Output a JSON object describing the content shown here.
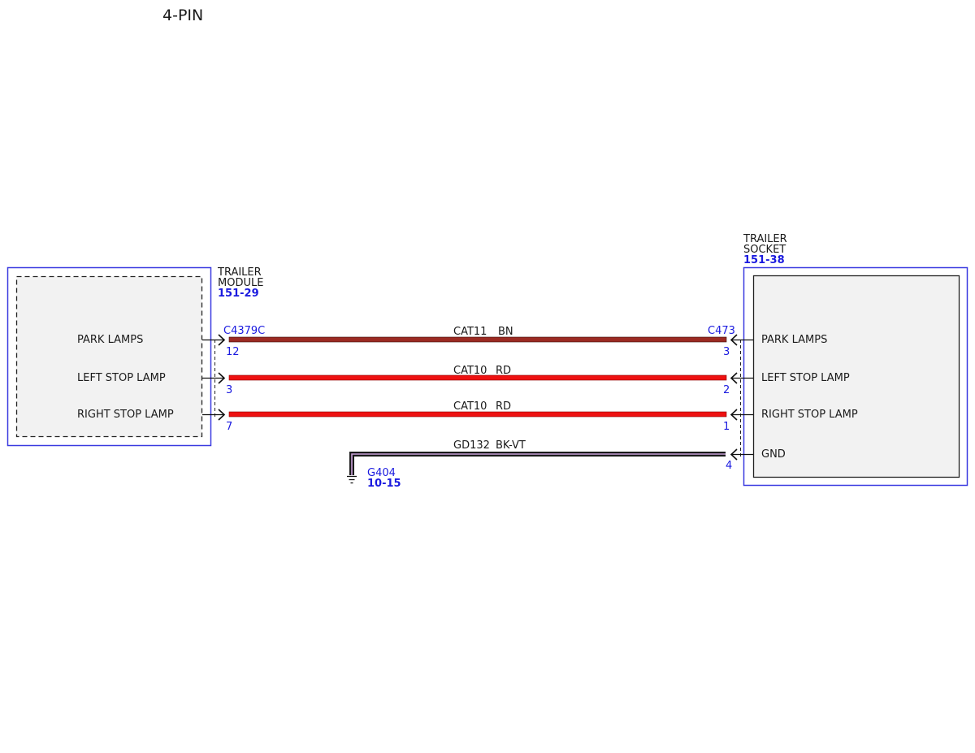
{
  "title": "4-PIN",
  "colors": {
    "module_border": "#3a3ae0",
    "module_fill": "#f2f2f2",
    "ref_text": "#1a1adf",
    "wire_brown": "#9b2a22",
    "wire_red": "#ee1111",
    "wire_black_violet": "#2a1a2a"
  },
  "left_module": {
    "name_lines": [
      "TRAILER",
      "MODULE"
    ],
    "ref": "151-29",
    "connector": "C4379C",
    "pins": [
      {
        "label": "PARK LAMPS",
        "pin": "12"
      },
      {
        "label": "LEFT STOP LAMP",
        "pin": "3"
      },
      {
        "label": "RIGHT STOP LAMP",
        "pin": "7"
      }
    ]
  },
  "right_module": {
    "name_lines": [
      "TRAILER",
      "SOCKET"
    ],
    "ref": "151-38",
    "connector": "C473",
    "pins": [
      {
        "label": "PARK LAMPS",
        "pin": "3"
      },
      {
        "label": "LEFT STOP LAMP",
        "pin": "2"
      },
      {
        "label": "RIGHT STOP LAMP",
        "pin": "1"
      },
      {
        "label": "GND",
        "pin": "4"
      }
    ]
  },
  "wires": [
    {
      "circuit": "CAT11",
      "color": "BN",
      "icon": "brown-wire"
    },
    {
      "circuit": "CAT10",
      "color": "RD",
      "icon": "red-wire"
    },
    {
      "circuit": "CAT10",
      "color": "RD",
      "icon": "red-wire"
    },
    {
      "circuit": "GD132",
      "color": "BK-VT",
      "icon": "black-violet-wire"
    }
  ],
  "ground": {
    "name": "G404",
    "ref": "10-15",
    "icon": "ground-symbol-icon"
  }
}
